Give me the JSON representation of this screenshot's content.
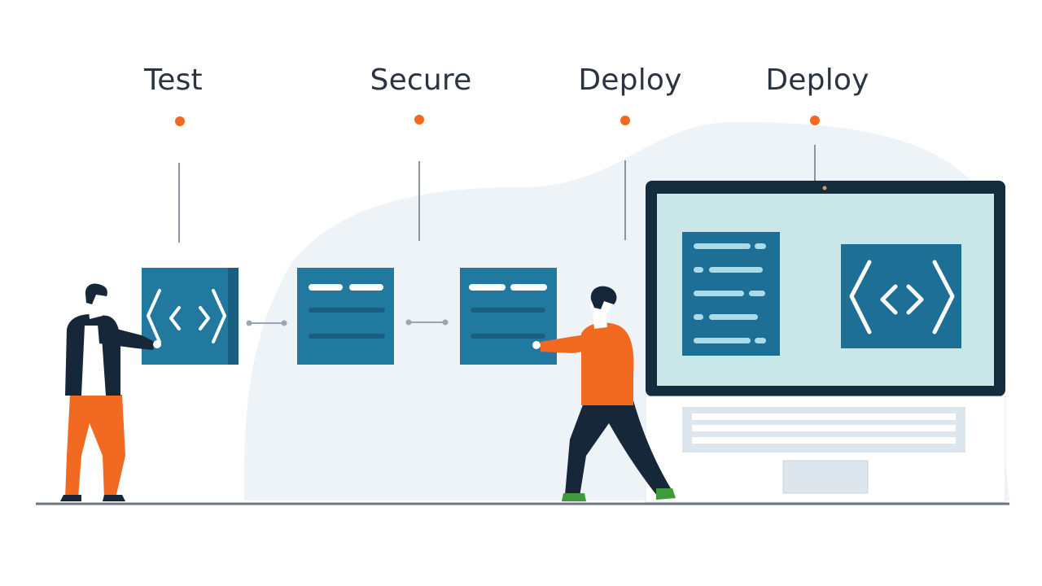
{
  "stages": [
    {
      "label": "Test"
    },
    {
      "label": "Secure"
    },
    {
      "label": "Deploy"
    },
    {
      "label": "Deploy"
    }
  ],
  "colors": {
    "accent": "#f26a21",
    "card": "#2179a0",
    "card_dark": "#1b5f80",
    "monitor_frame": "#152b3e",
    "monitor_screen": "#c9e7e8",
    "blob": "#eef3f8",
    "ground": "#6b7680",
    "skin": "#ffffff",
    "navy": "#17273a",
    "shoe_green": "#3f9a3c"
  },
  "icons": [
    "code-brackets-icon",
    "code-lines-icon"
  ]
}
